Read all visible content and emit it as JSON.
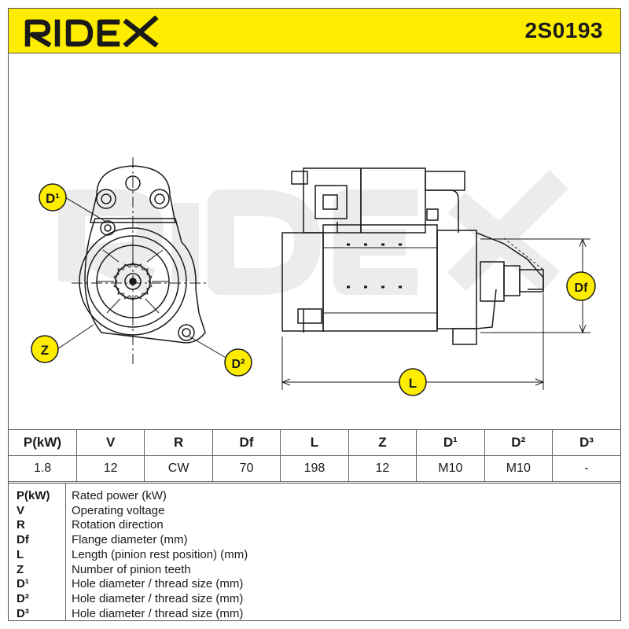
{
  "header": {
    "brand": "RIDEX",
    "part_number": "2S0193",
    "colors": {
      "brand_bar": "#ffed00",
      "ink": "#1a1a1a"
    }
  },
  "drawing": {
    "callouts": {
      "d1": "D¹",
      "z": "Z",
      "d2": "D²",
      "df": "Df",
      "l": "L"
    },
    "watermark": "RIDEX"
  },
  "specs": {
    "headers": [
      "P(kW)",
      "V",
      "R",
      "Df",
      "L",
      "Z",
      "D¹",
      "D²",
      "D³"
    ],
    "values": [
      "1.8",
      "12",
      "CW",
      "70",
      "198",
      "12",
      "M10",
      "M10",
      "-"
    ]
  },
  "legend": [
    {
      "key": "P(kW)",
      "desc": "Rated power (kW)"
    },
    {
      "key": "V",
      "desc": "Operating voltage"
    },
    {
      "key": "R",
      "desc": "Rotation direction"
    },
    {
      "key": "Df",
      "desc": "Flange diameter (mm)"
    },
    {
      "key": "L",
      "desc": "Length (pinion rest position) (mm)"
    },
    {
      "key": "Z",
      "desc": "Number of pinion teeth"
    },
    {
      "key": "D¹",
      "desc": "Hole diameter / thread size (mm)"
    },
    {
      "key": "D²",
      "desc": "Hole diameter / thread size (mm)"
    },
    {
      "key": "D³",
      "desc": "Hole diameter / thread size (mm)"
    }
  ]
}
